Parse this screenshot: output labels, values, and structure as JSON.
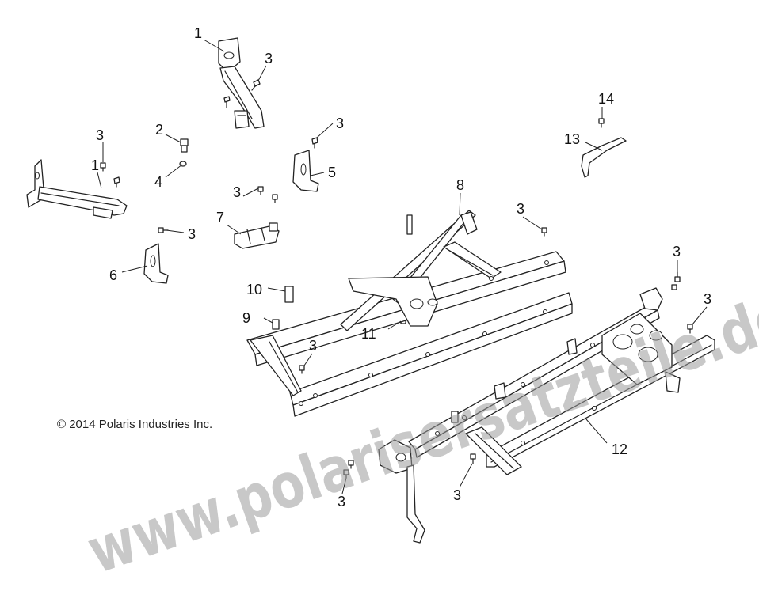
{
  "copyright": "© 2014 Polaris Industries Inc.",
  "watermark": "www.polarisersatzteile.de",
  "callouts": [
    {
      "id": "c1a",
      "label": "1"
    },
    {
      "id": "c3a",
      "label": "3"
    },
    {
      "id": "c2",
      "label": "2"
    },
    {
      "id": "c3b",
      "label": "3"
    },
    {
      "id": "c3c",
      "label": "3"
    },
    {
      "id": "c1b",
      "label": "1"
    },
    {
      "id": "c4",
      "label": "4"
    },
    {
      "id": "c5",
      "label": "5"
    },
    {
      "id": "c14",
      "label": "14"
    },
    {
      "id": "c13",
      "label": "13"
    },
    {
      "id": "c3d",
      "label": "3"
    },
    {
      "id": "c7",
      "label": "7"
    },
    {
      "id": "c8",
      "label": "8"
    },
    {
      "id": "c3e",
      "label": "3"
    },
    {
      "id": "c3f",
      "label": "3"
    },
    {
      "id": "c6",
      "label": "6"
    },
    {
      "id": "c3g",
      "label": "3"
    },
    {
      "id": "c10",
      "label": "10"
    },
    {
      "id": "c3h",
      "label": "3"
    },
    {
      "id": "c9",
      "label": "9"
    },
    {
      "id": "c11",
      "label": "11"
    },
    {
      "id": "c3i",
      "label": "3"
    },
    {
      "id": "c12",
      "label": "12"
    },
    {
      "id": "c3j",
      "label": "3"
    },
    {
      "id": "c3k",
      "label": "3"
    }
  ]
}
